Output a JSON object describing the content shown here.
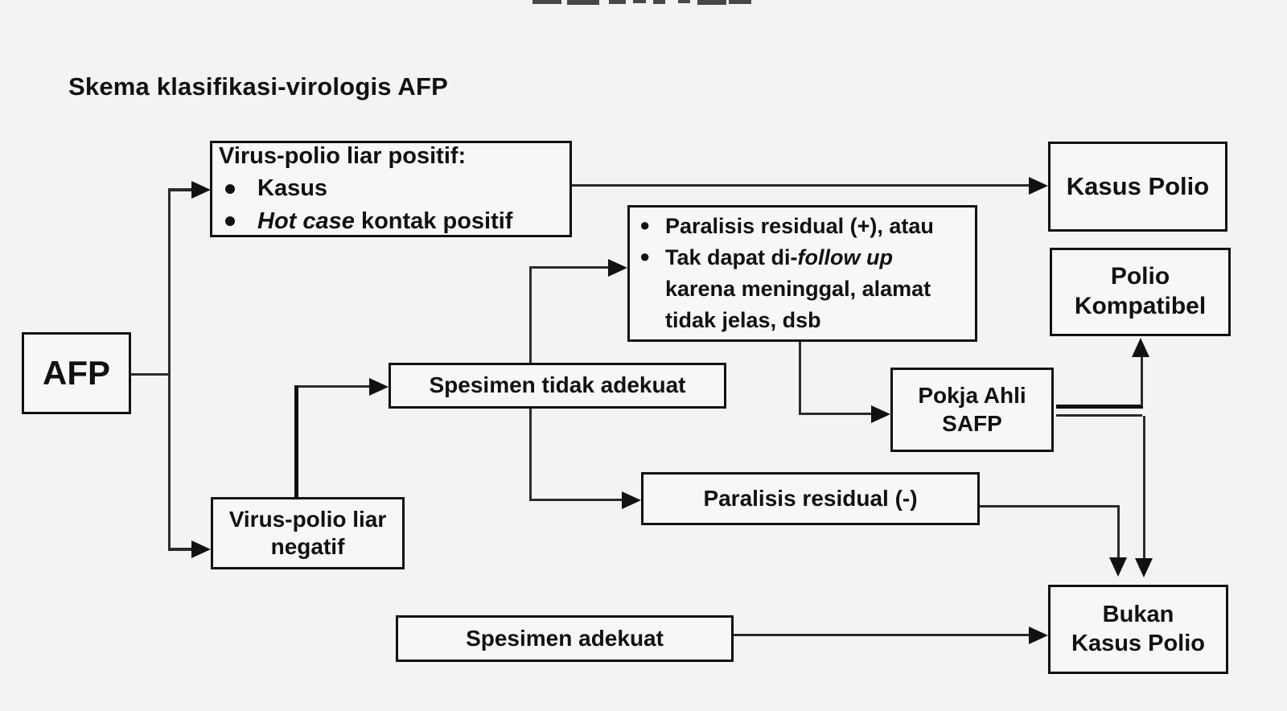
{
  "page": {
    "title": "Skema klasifikasi-virologis AFP",
    "colors": {
      "background": "#f3f3f1",
      "box_fill": "#f7f7f5",
      "line": "#111111"
    }
  },
  "nodes": {
    "afp": {
      "label": "AFP"
    },
    "wild_positive": {
      "heading": "Virus-polio liar positif:",
      "bullet1": "Kasus",
      "bullet2_italic": "Hot case",
      "bullet2_plain": " kontak positif"
    },
    "residual_info": {
      "bullet1": "Paralisis residual (+), atau",
      "bullet2_plain": "Tak dapat di-",
      "bullet2_italic": "follow up",
      "cont1": "karena meninggal, alamat",
      "cont2": "tidak jelas, dsb"
    },
    "kasus_polio": {
      "label": "Kasus Polio"
    },
    "polio_kompatibel": {
      "line1": "Polio",
      "line2": "Kompatibel"
    },
    "spesimen_tidak_adekuat": {
      "label": "Spesimen tidak adekuat"
    },
    "wild_negative": {
      "line1": "Virus-polio liar",
      "line2": "negatif"
    },
    "pokja_ahli": {
      "line1": "Pokja Ahli",
      "line2": "SAFP"
    },
    "paralisis_negative": {
      "label": "Paralisis residual (-)"
    },
    "spesimen_adekuat": {
      "label": "Spesimen adekuat"
    },
    "bukan_kasus_polio": {
      "line1": "Bukan",
      "line2": "Kasus Polio"
    }
  }
}
